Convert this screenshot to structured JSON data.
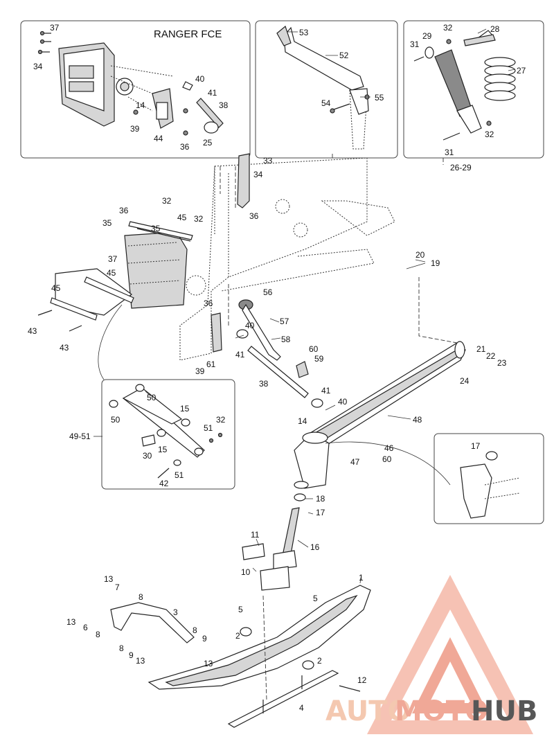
{
  "diagram": {
    "inset_title": "RANGER FCE",
    "callouts": {
      "c1": "1",
      "c2a": "2",
      "c2b": "2",
      "c3": "3",
      "c4": "4",
      "c5a": "5",
      "c5b": "5",
      "c6": "6",
      "c7": "7",
      "c8a": "8",
      "c8b": "8",
      "c8c": "8",
      "c8d": "8",
      "c9a": "9",
      "c9b": "9",
      "c10": "10",
      "c11": "11",
      "c12": "12",
      "c13a": "13",
      "c13b": "13",
      "c13c": "13",
      "c13d": "13",
      "c14a": "14",
      "c14b": "14",
      "c15a": "15",
      "c15b": "15",
      "c16": "16",
      "c17a": "17",
      "c17b": "17",
      "c18": "18",
      "c19": "19",
      "c20": "20",
      "c21": "21",
      "c22": "22",
      "c23": "23",
      "c24": "24",
      "c25": "25",
      "c26_29": "26-29",
      "c27": "27",
      "c28": "28",
      "c29": "29",
      "c30": "30",
      "c31a": "31",
      "c31b": "31",
      "c32a": "32",
      "c32b": "32",
      "c32c": "32",
      "c32d": "32",
      "c32e": "32",
      "c33": "33",
      "c34a": "34",
      "c34b": "34",
      "c35a": "35",
      "c35b": "35",
      "c36a": "36",
      "c36b": "36",
      "c36c": "36",
      "c36d": "36",
      "c37a": "37",
      "c37b": "37",
      "c38a": "38",
      "c38b": "38",
      "c39a": "39",
      "c39b": "39",
      "c40a": "40",
      "c40b": "40",
      "c40c": "40",
      "c41a": "41",
      "c41b": "41",
      "c41c": "41",
      "c42": "42",
      "c43a": "43",
      "c43b": "43",
      "c44": "44",
      "c45a": "45",
      "c45b": "45",
      "c45c": "45",
      "c46": "46",
      "c47": "47",
      "c48": "48",
      "c49_51": "49-51",
      "c50a": "50",
      "c50b": "50",
      "c51a": "51",
      "c51b": "51",
      "c52": "52",
      "c53": "53",
      "c54": "54",
      "c55": "55",
      "c56": "56",
      "c57": "57",
      "c58": "58",
      "c59": "59",
      "c60a": "60",
      "c60b": "60",
      "c61": "61"
    }
  },
  "watermark": {
    "text_part1": "AUTO",
    "text_part2": "MOTO",
    "text_part3": "HUB",
    "color_light": "#f5b8a8",
    "color_mid": "#ee9a85",
    "color_dark": "#3a3a3a",
    "icon": "warning-triangle-icon"
  }
}
